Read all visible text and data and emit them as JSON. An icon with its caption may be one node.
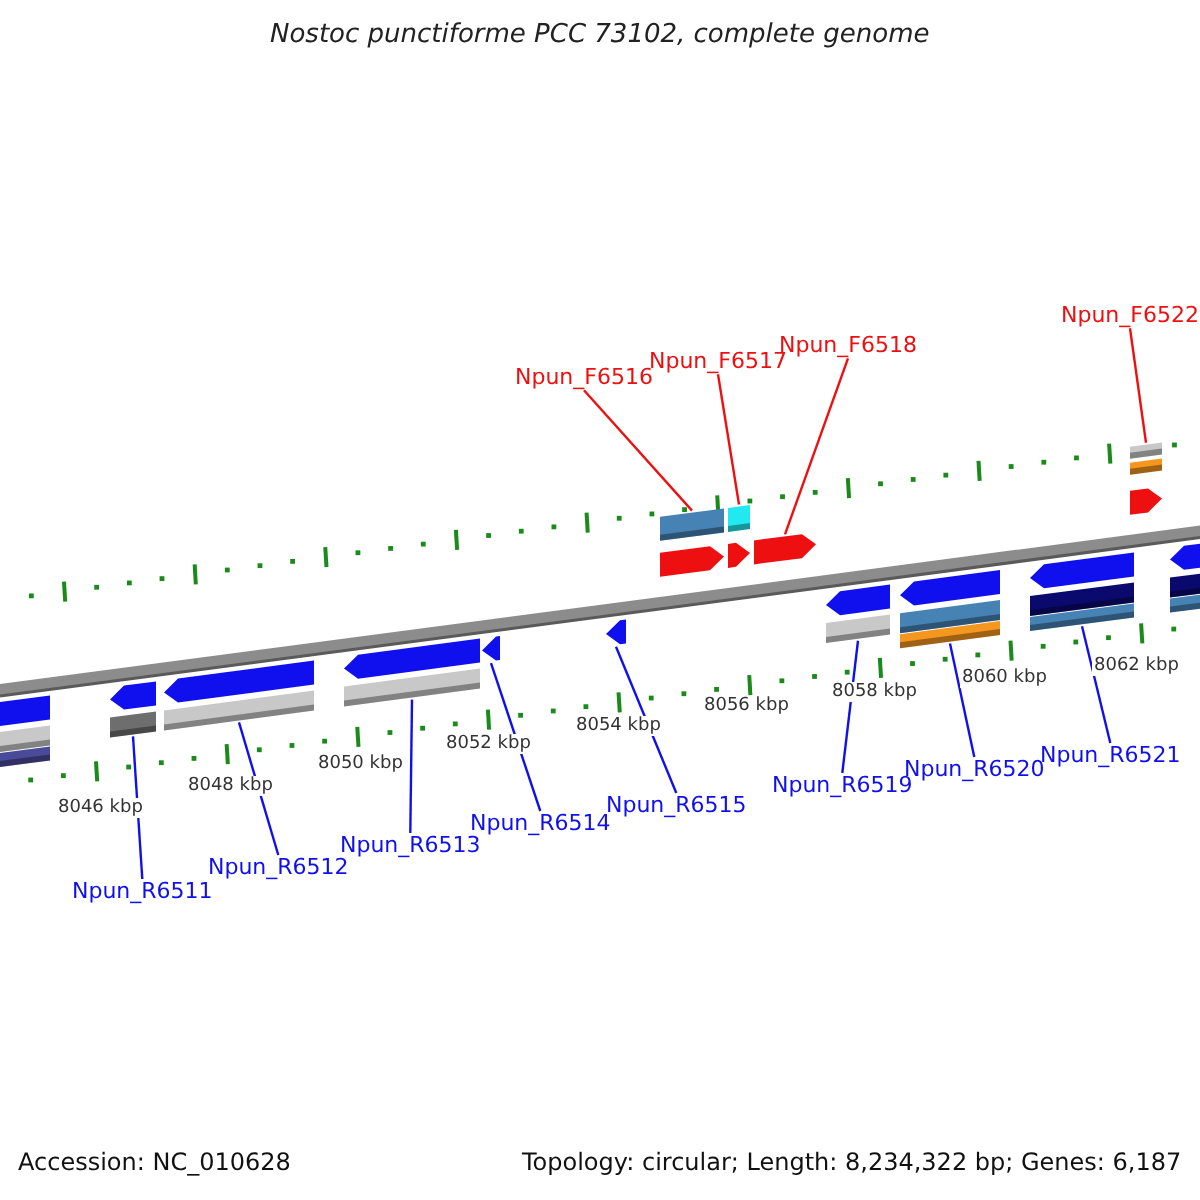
{
  "diagram": {
    "title": "Nostoc punctiforme PCC 73102, complete genome",
    "nodes": [
      {
        "text": [
          "Npun_F6516"
        ]
      },
      {
        "text": [
          "Npun_F6517"
        ]
      },
      {
        "text": [
          "Npun_F6518"
        ]
      },
      {
        "text": [
          "Npun_F6522"
        ]
      },
      {
        "text": [
          "Npun_R6511"
        ]
      },
      {
        "text": [
          "Npun_R6512"
        ]
      },
      {
        "text": [
          "Npun_R6513"
        ]
      },
      {
        "text": [
          "Npun_R6514"
        ]
      },
      {
        "text": [
          "Npun_R6515"
        ]
      },
      {
        "text": [
          "Npun_R6519"
        ]
      },
      {
        "text": [
          "Npun_R6520"
        ]
      },
      {
        "text": [
          "Npun_R6521"
        ]
      },
      {
        "text": [],
        "shape": "arrow"
      },
      {
        "text": [],
        "shape": "arrow"
      },
      {
        "text": [],
        "shape": "arrow"
      },
      {
        "text": [],
        "shape": "arrow"
      },
      {
        "text": [],
        "shape": "arrow"
      },
      {
        "text": [],
        "shape": "arrow"
      },
      {
        "text": [],
        "shape": "arrow"
      },
      {
        "text": [],
        "shape": "arrow"
      },
      {
        "text": [],
        "shape": "arrow"
      },
      {
        "text": [],
        "shape": "arrow"
      },
      {
        "text": [],
        "shape": "arrow"
      },
      {
        "text": [],
        "shape": "arrow"
      },
      {
        "text": [],
        "shape": "arrow"
      },
      {
        "text": [],
        "shape": "arrow"
      }
    ],
    "edges": [
      {
        "from": 0,
        "to": 12,
        "arrow": "none",
        "color": "#ee1010"
      },
      {
        "from": 1,
        "to": 13,
        "arrow": "none",
        "color": "#ee1010"
      },
      {
        "from": 2,
        "to": 14,
        "arrow": "none",
        "color": "#ee1010"
      },
      {
        "from": 3,
        "to": 15,
        "arrow": "none",
        "color": "#ee1010"
      },
      {
        "from": 4,
        "to": 16,
        "arrow": "none"
      },
      {
        "from": 5,
        "to": 17,
        "arrow": "none"
      },
      {
        "from": 6,
        "to": 18,
        "arrow": "none"
      },
      {
        "from": 7,
        "to": 19,
        "arrow": "none"
      },
      {
        "from": 8,
        "to": 20,
        "arrow": "none"
      },
      {
        "from": 9,
        "to": 21,
        "arrow": "none"
      },
      {
        "from": 10,
        "to": 22,
        "arrow": "none"
      },
      {
        "from": 11,
        "to": 23,
        "arrow": "none"
      }
    ],
    "labels": [
      "8046 kbp",
      "8048 kbp",
      "8050 kbp",
      "8052 kbp",
      "8054 kbp",
      "8056 kbp",
      "8058 kbp",
      "8060 kbp",
      "8062 kbp",
      "Accession: NC_010628",
      "Topology: circular; Length: 8,234,322 bp; Genes: 6,187"
    ]
  }
}
